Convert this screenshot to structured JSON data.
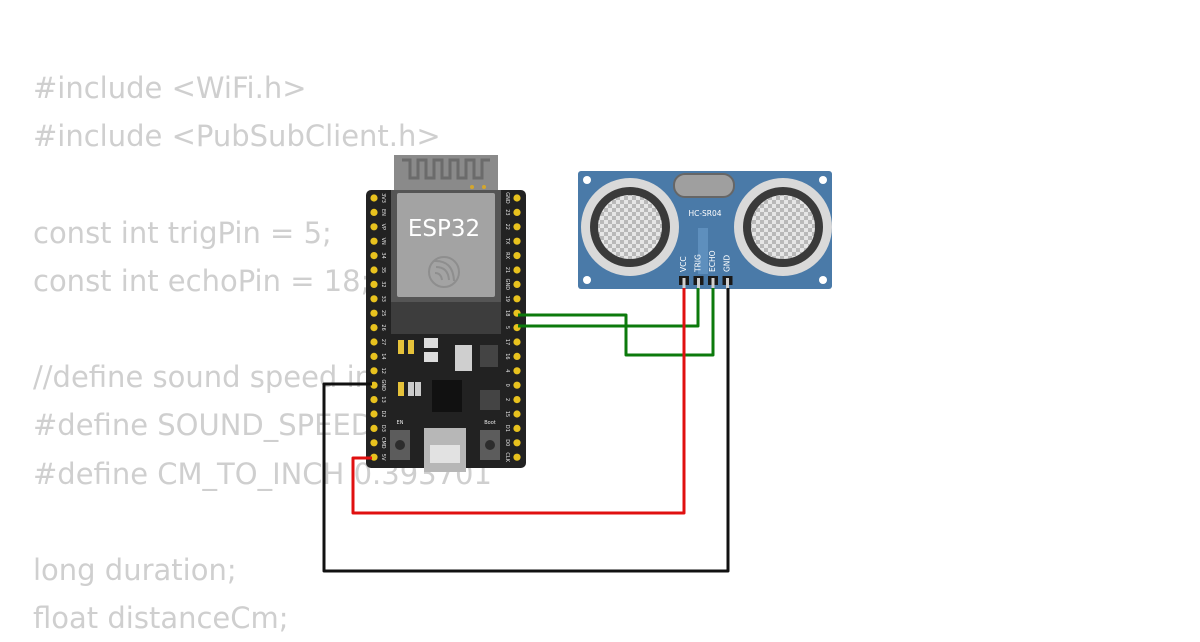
{
  "code_lines": [
    "#include <WiFi.h>",
    "#include <PubSubClient.h>",
    "",
    "const int trigPin = 5;",
    "const int echoPin = 18;",
    "",
    "//define sound speed in cm/uS",
    "#define SOUND_SPEED 0.034",
    "#define CM_TO_INCH 0.393701",
    "",
    "long duration;",
    "float distanceCm;"
  ],
  "esp32": {
    "label": "ESP32",
    "left_pins": [
      "3V3",
      "EN",
      "VP",
      "VN",
      "34",
      "35",
      "32",
      "33",
      "25",
      "26",
      "27",
      "14",
      "12",
      "GND",
      "13",
      "D2",
      "D3",
      "CMD",
      "5V"
    ],
    "right_pins": [
      "GND",
      "23",
      "22",
      "TX",
      "RX",
      "21",
      "GND",
      "19",
      "18",
      "5",
      "17",
      "16",
      "4",
      "0",
      "2",
      "15",
      "D1",
      "D0",
      "CLK"
    ],
    "en_label": "EN",
    "boot_label": "Boot"
  },
  "sensor": {
    "label": "HC-SR04",
    "pins": [
      "VCC",
      "TRIG",
      "ECHO",
      "GND"
    ]
  },
  "wire_colors": {
    "signal": "#0c7a0c",
    "power": "#e01010",
    "ground": "#111111"
  }
}
